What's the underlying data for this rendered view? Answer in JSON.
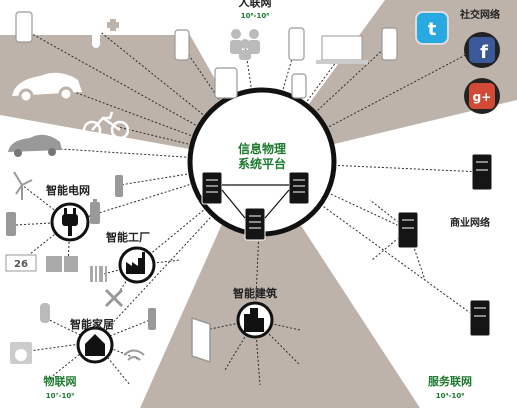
{
  "center": {
    "line1": "信息物理",
    "line2": "系统平台"
  },
  "sectors": {
    "people": {
      "title": "人联网",
      "range": "10⁶-10⁸"
    },
    "things": {
      "title": "物联网",
      "range": "10⁷-10⁹"
    },
    "services": {
      "title": "服务联网",
      "range": "10⁴-10⁶"
    }
  },
  "hubs": {
    "social": "社交网络",
    "business": "商业网络",
    "grid": "智能电网",
    "factory": "智能工厂",
    "home": "智能家居",
    "building": "智能建筑"
  },
  "misc": {
    "temp_label": "26",
    "social_icons": [
      "t",
      "f",
      "g+"
    ]
  },
  "colors": {
    "wedge": "#bdb3ab",
    "label_green": "#1b7a2e",
    "twitter": "#29a9e1",
    "facebook": "#3b5998",
    "google": "#d24a36"
  }
}
